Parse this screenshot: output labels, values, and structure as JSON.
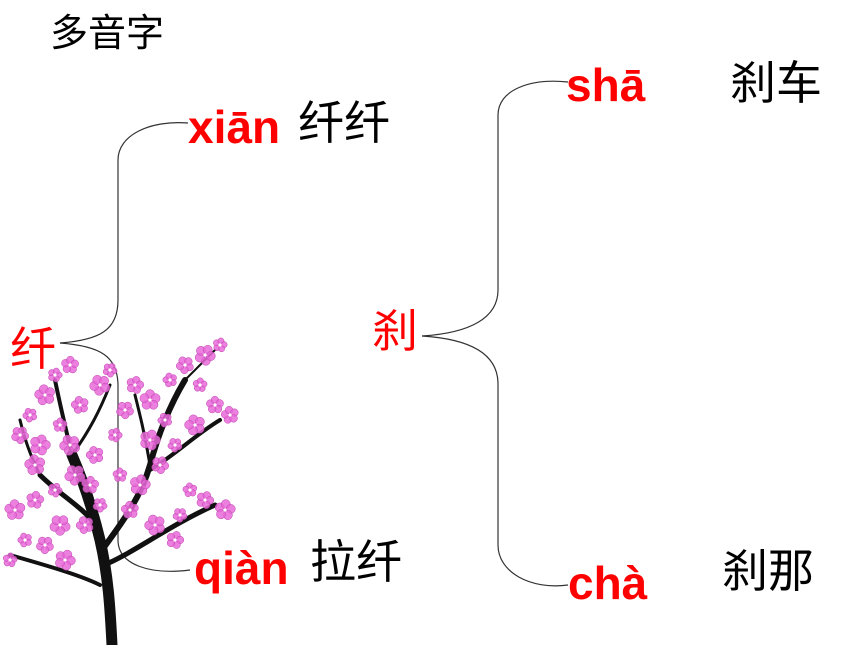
{
  "title": "多音字",
  "groups": [
    {
      "character": "纤",
      "readings": [
        {
          "pinyin": "xiān",
          "word": "纤纤"
        },
        {
          "pinyin": "qiàn",
          "word": "拉纤"
        }
      ]
    },
    {
      "character": "刹",
      "readings": [
        {
          "pinyin": "shā",
          "word": "刹车"
        },
        {
          "pinyin": "chà",
          "word": "刹那"
        }
      ]
    }
  ],
  "colors": {
    "pinyin": "#ff0000",
    "character": "#ff0000",
    "text": "#000000",
    "blossom": "#e86ad8",
    "branch": "#111111"
  },
  "decoration": "plum-blossom-tree-illustration"
}
